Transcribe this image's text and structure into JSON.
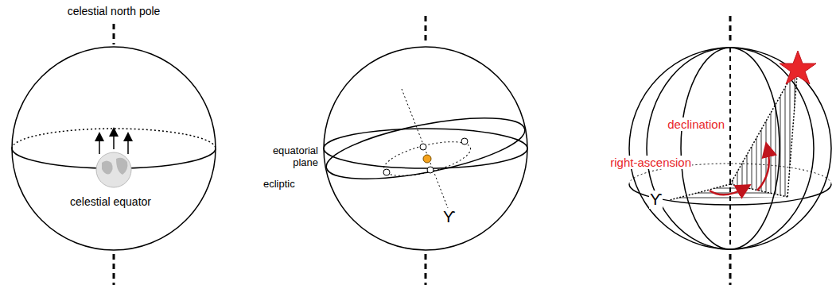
{
  "diagram": {
    "labels": [
      "celestial north pole",
      "celestial equator",
      "equatorial plane",
      "ecliptic",
      "ϒ",
      "declination",
      "right-ascension",
      "ϒ"
    ]
  }
}
